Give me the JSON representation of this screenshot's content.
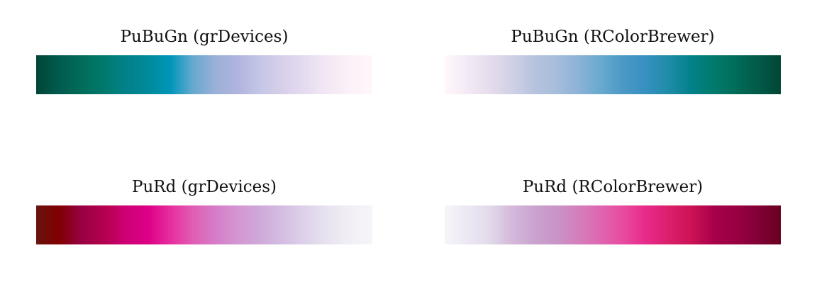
{
  "chart_data": [
    {
      "type": "heatmap",
      "title": "PuBuGn (grDevices)",
      "colors": [
        "#014636",
        "#015A4E",
        "#016C59",
        "#00796D",
        "#02818A",
        "#008A9A",
        "#0096BA",
        "#67A9CF",
        "#9AB0D8",
        "#B0B4DE",
        "#C5C6E6",
        "#D7D0EA",
        "#E6DCF0",
        "#F2E8F5",
        "#FBF1F8",
        "#FFF7FB"
      ]
    },
    {
      "type": "heatmap",
      "title": "PuBuGn (RColorBrewer)",
      "colors": [
        "#FFF7FB",
        "#F3EAF4",
        "#E6DCEC",
        "#D0D1E6",
        "#B7C3DE",
        "#A6BDDB",
        "#8BB2D6",
        "#67A9CF",
        "#4A98C6",
        "#3690C0",
        "#1E8CA8",
        "#02818A",
        "#017B6C",
        "#016C59",
        "#015A46",
        "#014636"
      ]
    },
    {
      "type": "heatmap",
      "title": "PuRd (grDevices)",
      "colors": [
        "#67140F",
        "#7F0000",
        "#980043",
        "#B3004F",
        "#CE0074",
        "#DD0087",
        "#E72E9E",
        "#E05DB4",
        "#D67DC8",
        "#D496D2",
        "#CFA9DA",
        "#D4BEE2",
        "#DDD2EA",
        "#E8E3F0",
        "#F1EFF6",
        "#F7F4F9"
      ]
    },
    {
      "type": "heatmap",
      "title": "PuRd (RColorBrewer)",
      "colors": [
        "#F7F4F9",
        "#ECE8F3",
        "#E2DAEB",
        "#D4B9DA",
        "#CAA3CF",
        "#C994C7",
        "#D57EBC",
        "#DF65B0",
        "#E84A9E",
        "#E7298A",
        "#DC1F6B",
        "#CE1256",
        "#A8004A",
        "#980043",
        "#820036",
        "#67001F"
      ]
    }
  ]
}
